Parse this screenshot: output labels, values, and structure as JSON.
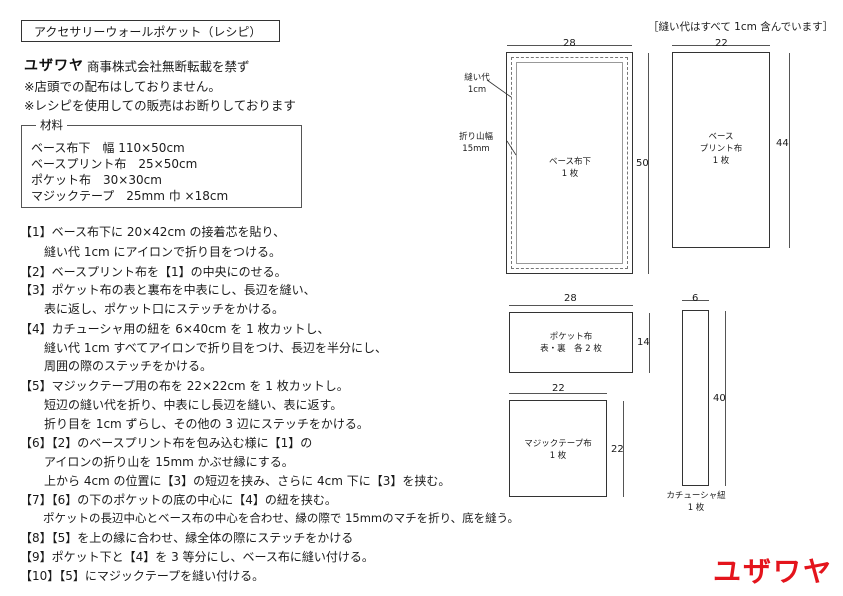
{
  "title": "アクセサリーウォールポケット（レシピ）",
  "brand": {
    "logo": "ユザワヤ",
    "notice": "商事株式会社無断転載を禁ず"
  },
  "notes": [
    "※店頭での配布はしておりません。",
    "※レシピを使用しての販売はお断りしております"
  ],
  "materials": {
    "label": "材料",
    "items": [
      "ベース布下　幅 110×50cm",
      "ベースプリント布　25×50cm",
      "ポケット布　30×30cm",
      "マジックテープ　25mm 巾 ×18cm"
    ]
  },
  "steps": [
    "【1】ベース布下に 20×42cm の接着芯を貼り、",
    "　　縫い代 1cm にアイロンで折り目をつける。",
    "【2】ベースプリント布を【1】の中央にのせる。",
    "【3】ポケット布の表と裏布を中表にし、長辺を縫い、",
    "　　表に返し、ポケット口にステッチをかける。",
    "【4】カチューシャ用の紐を 6×40cm を 1 枚カットし、",
    "　　縫い代 1cm すべてアイロンで折り目をつけ、長辺を半分にし、",
    "　　周囲の際のステッチをかける。",
    "【5】マジックテープ用の布を 22×22cm を 1 枚カットし。",
    "　　短辺の縫い代を折り、中表にし長辺を縫い、表に返す。",
    "　　折り目を 1cm ずらし、その他の 3 辺にステッチをかける。",
    "【6】【2】のベースプリント布を包み込む様に【1】の",
    "　　アイロンの折り山を 15mm かぶせ縁にする。",
    "　　上から 4cm の位置に【3】の短辺を挟み、さらに 4cm 下に【3】を挟む。",
    "【7】【6】の下のポケットの底の中心に【4】の紐を挟む。",
    "　　ポケットの長辺中心とベース布の中心を合わせ、縁の際で 15mmのマチを折り、底を縫う。",
    "【8】【5】を上の縁に合わせ、縁全体の際にステッチをかける",
    "【9】ポケット下と【4】を 3 等分にし、ベース布に縫い付ける。",
    "【10】【5】にマジックテープを縫い付ける。"
  ],
  "diagram": {
    "seam_note": "［縫い代はすべて 1cm 含んでいます］",
    "base_bottom": {
      "name": "ベース布下",
      "count": "1 枚",
      "width": "28",
      "height": "50",
      "seam_label": "縫い代",
      "seam_value": "1cm",
      "fold_label": "折り山幅",
      "fold_value": "15mm"
    },
    "base_print": {
      "name_1": "ベース",
      "name_2": "プリント布",
      "count": "1 枚",
      "width": "22",
      "height": "44"
    },
    "pocket": {
      "name": "ポケット布",
      "count": "表・裏　各 2 枚",
      "width": "28",
      "height": "14"
    },
    "velcro": {
      "name": "マジックテープ布",
      "count": "1 枚",
      "width": "22",
      "height": "22"
    },
    "strap": {
      "name": "カチューシャ紐",
      "count": "1 枚",
      "width": "6",
      "height": "40"
    }
  },
  "logo_bottom": "ユザワヤ"
}
